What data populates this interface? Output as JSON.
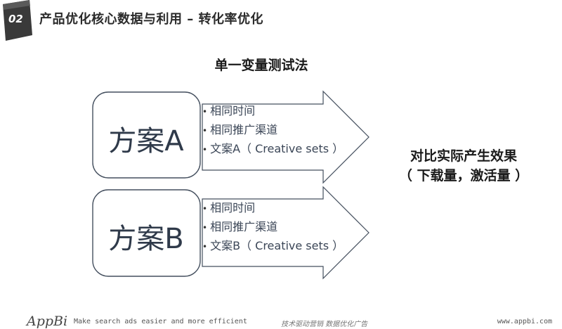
{
  "header": {
    "badge": "02",
    "title": "产品优化核心数据与利用 – 转化率优化"
  },
  "diagram": {
    "method_title": "单一变量测试法",
    "plans": [
      {
        "label": "方案A",
        "items": [
          "相同时间",
          "相同推广渠道",
          "文案A（ Creative sets ）"
        ]
      },
      {
        "label": "方案B",
        "items": [
          "相同时间",
          "相同推广渠道",
          "文案B（ Creative sets ）"
        ]
      }
    ],
    "result_line1": "对比实际产生效果",
    "result_line2": "（ 下载量，激活量 ）"
  },
  "footer": {
    "logo": "AppBi",
    "slogan": "Make search ads easier and more efficient",
    "center": "技术驱动营销 数据优化广告",
    "url": "www.appbi.com"
  },
  "colors": {
    "badge": "#3a3a3a",
    "outline": "#444f5e",
    "text": "#2f3a4a"
  }
}
